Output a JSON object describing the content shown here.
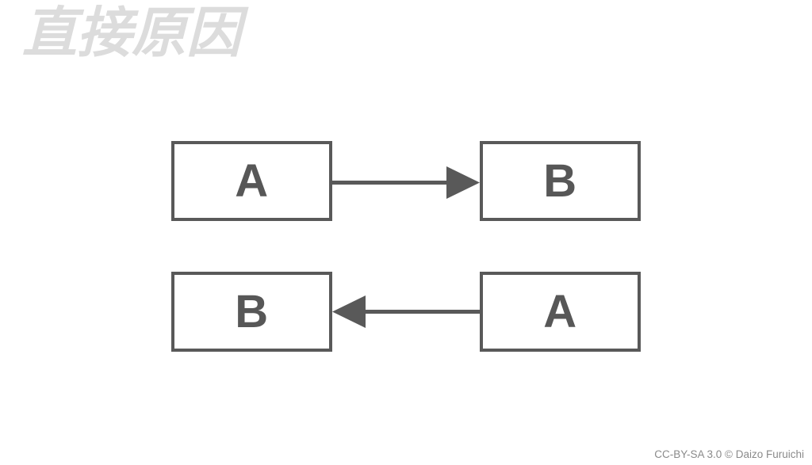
{
  "slide": {
    "title": "直接原因",
    "title_color": "#dcdcdc",
    "background_color": "#ffffff",
    "footer": "CC-BY-SA 3.0 © Daizo Furuichi",
    "footer_color": "#8a8a8a"
  },
  "diagram": {
    "type": "flow",
    "stroke_color": "#595959",
    "label_color": "#575757",
    "rows": [
      {
        "id": "row-1",
        "source_label": "A",
        "target_label": "B",
        "arrow_direction": "right",
        "arrow_from": "A",
        "arrow_to": "B"
      },
      {
        "id": "row-2",
        "source_label": "A",
        "target_label": "B",
        "arrow_direction": "left",
        "arrow_from": "B",
        "arrow_to": "A"
      }
    ]
  }
}
